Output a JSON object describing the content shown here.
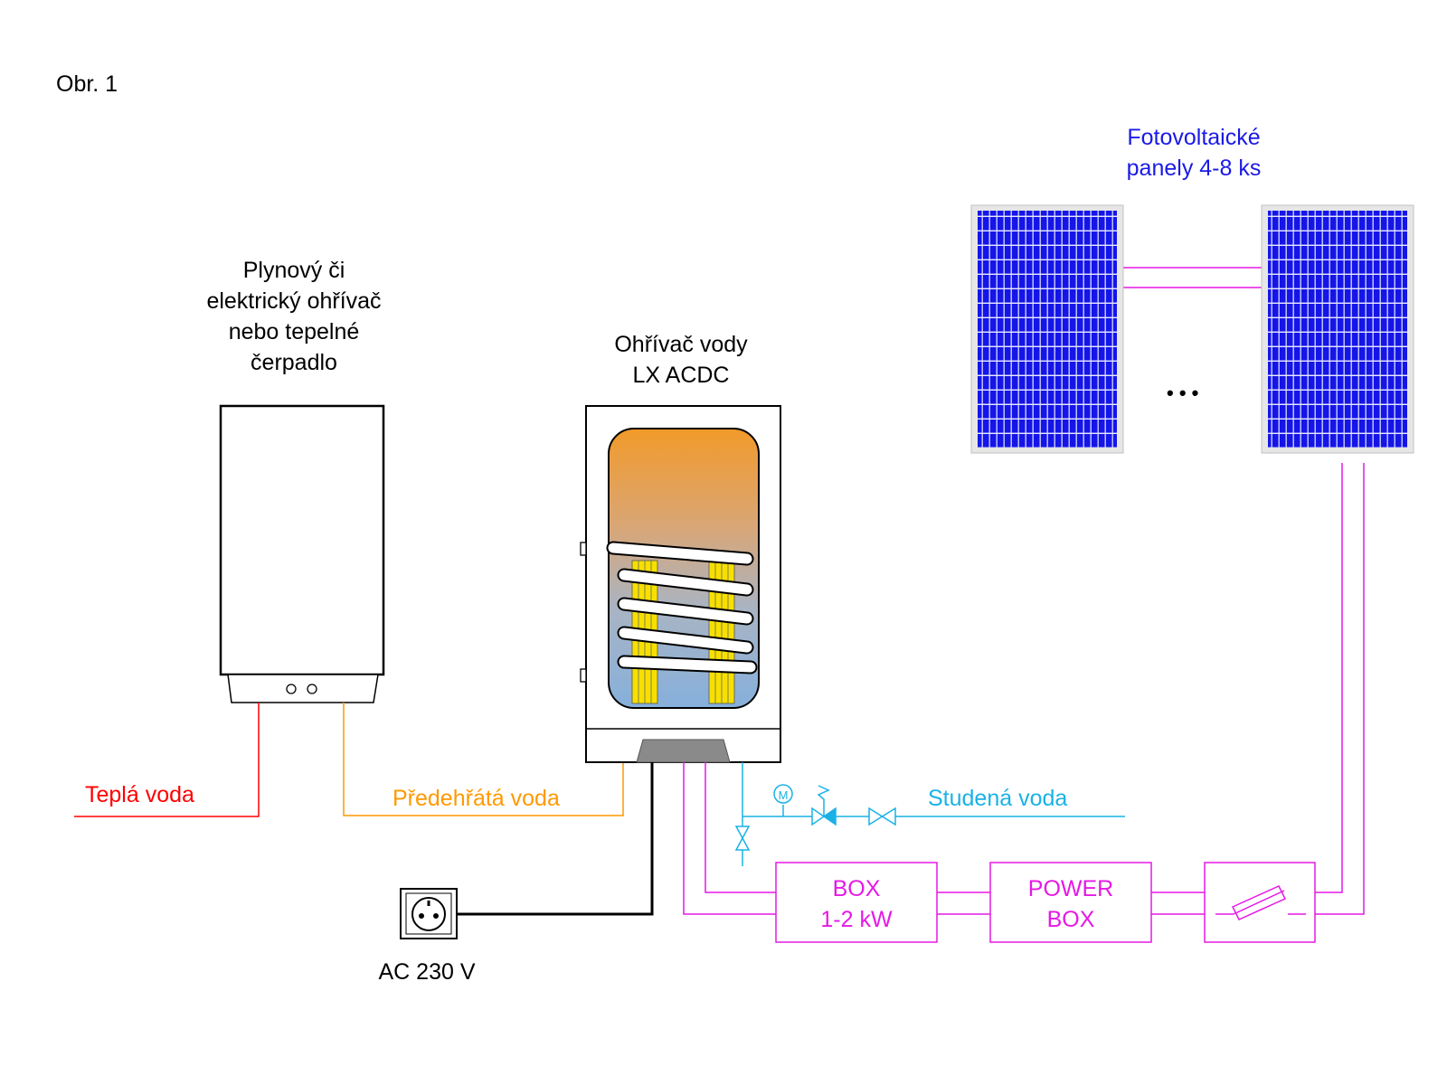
{
  "figure_label": "Obr. 1",
  "labels": {
    "heater": [
      "Plynový či",
      "elektrický ohřívač",
      "nebo tepelné",
      "čerpadlo"
    ],
    "boiler": [
      "Ohřívač vody",
      "LX ACDC"
    ],
    "pv": [
      "Fotovoltaické",
      "panely 4-8 ks"
    ],
    "hot_water": "Teplá voda",
    "preheated_water": "Předehřátá voda",
    "cold_water": "Studená voda",
    "ac": "AC 230 V",
    "box": [
      "BOX",
      "1-2 kW"
    ],
    "power_box": [
      "POWER",
      "BOX"
    ],
    "ellipsis": "• • •",
    "meter_symbol": "M"
  },
  "colors": {
    "hot": "#ff0000",
    "preheated": "#ff9900",
    "cold": "#1ab2e6",
    "dc": "#e619e6",
    "pv_text": "#1a1ae6",
    "panel": "#1515e8",
    "cable": "#000000"
  }
}
